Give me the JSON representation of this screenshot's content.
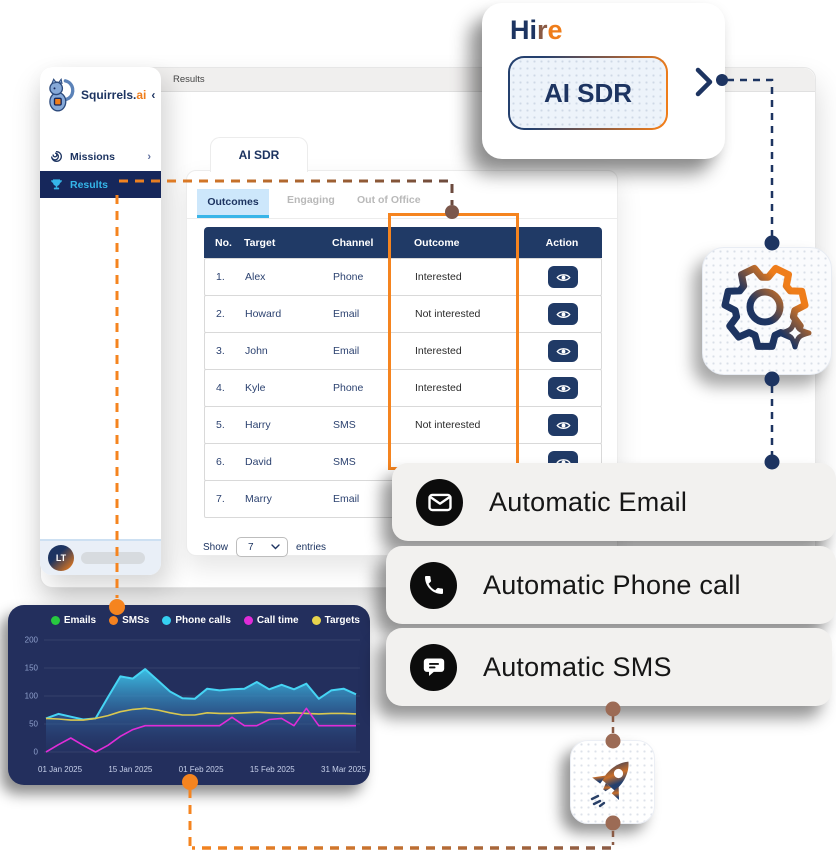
{
  "window": {
    "header_title": "Results"
  },
  "sidebar": {
    "brand_primary": "Squirrels.",
    "brand_accent": "ai",
    "collapse_icon": "‹",
    "items": [
      {
        "label": "Missions",
        "chevron": "›",
        "active": false
      },
      {
        "label": "Results",
        "active": true
      }
    ],
    "user_initials": "LT"
  },
  "results_panel": {
    "folder_tab": "AI SDR",
    "subtabs": [
      "Outcomes",
      "Engaging",
      "Out of Office"
    ],
    "active_subtab": "Outcomes",
    "table": {
      "columns": [
        "No.",
        "Target",
        "Channel",
        "Outcome",
        "Action"
      ],
      "rows": [
        {
          "no": "1.",
          "target": "Alex",
          "channel": "Phone",
          "outcome": "Interested"
        },
        {
          "no": "2.",
          "target": "Howard",
          "channel": "Email",
          "outcome": "Not interested"
        },
        {
          "no": "3.",
          "target": "John",
          "channel": "Email",
          "outcome": "Interested"
        },
        {
          "no": "4.",
          "target": "Kyle",
          "channel": "Phone",
          "outcome": "Interested"
        },
        {
          "no": "5.",
          "target": "Harry",
          "channel": "SMS",
          "outcome": "Not interested"
        },
        {
          "no": "6.",
          "target": "David",
          "channel": "SMS",
          "outcome": ""
        },
        {
          "no": "7.",
          "target": "Marry",
          "channel": "Email",
          "outcome": ""
        }
      ]
    },
    "pagination": {
      "show_label": "Show",
      "entries_value": "7",
      "entries_label": "entries"
    }
  },
  "hire_card": {
    "title": "Hire",
    "title_parts": {
      "start": "Hi",
      "mid": "r",
      "end": "e"
    },
    "button_label": "AI SDR"
  },
  "feature_cards": [
    {
      "label": "Automatic Email",
      "icon": "email-icon"
    },
    {
      "label": "Automatic Phone call",
      "icon": "phone-icon"
    },
    {
      "label": "Automatic SMS",
      "icon": "sms-icon"
    }
  ],
  "chart_data": {
    "type": "area",
    "x_labels": [
      "01 Jan 2025",
      "15 Jan 2025",
      "01 Feb 2025",
      "15 Feb 2025",
      "31 Mar 2025"
    ],
    "y_ticks": [
      0,
      50,
      100,
      150,
      200
    ],
    "ylim": [
      0,
      200
    ],
    "grid": true,
    "legend_position": "top-right",
    "legend": [
      {
        "label": "Emails",
        "color": "#27c93f"
      },
      {
        "label": "SMSs",
        "color": "#f58220"
      },
      {
        "label": "Phone calls",
        "color": "#35d0f2"
      },
      {
        "label": "Call time",
        "color": "#e02cd8"
      },
      {
        "label": "Targets",
        "color": "#e8d44d"
      }
    ],
    "series": [
      {
        "name": "Phone calls",
        "color": "#46d4f4",
        "fill": true,
        "values": [
          60,
          68,
          63,
          58,
          60,
          98,
          135,
          131,
          148,
          128,
          108,
          96,
          95,
          113,
          110,
          112,
          113,
          125,
          112,
          120,
          112,
          122,
          95,
          110,
          113,
          103
        ]
      },
      {
        "name": "Targets",
        "color": "#d9c850",
        "fill": false,
        "values": [
          60,
          59,
          57,
          57,
          60,
          65,
          72,
          76,
          78,
          75,
          70,
          66,
          66,
          70,
          69,
          69,
          70,
          71,
          70,
          69,
          70,
          69,
          68,
          69,
          69,
          68
        ]
      },
      {
        "name": "Call time",
        "color": "#e02cd8",
        "fill": false,
        "values": [
          0,
          13,
          25,
          12,
          0,
          12,
          28,
          40,
          47,
          47,
          47,
          47,
          47,
          47,
          47,
          62,
          47,
          47,
          58,
          60,
          47,
          78,
          47,
          47,
          47,
          47
        ]
      }
    ]
  }
}
